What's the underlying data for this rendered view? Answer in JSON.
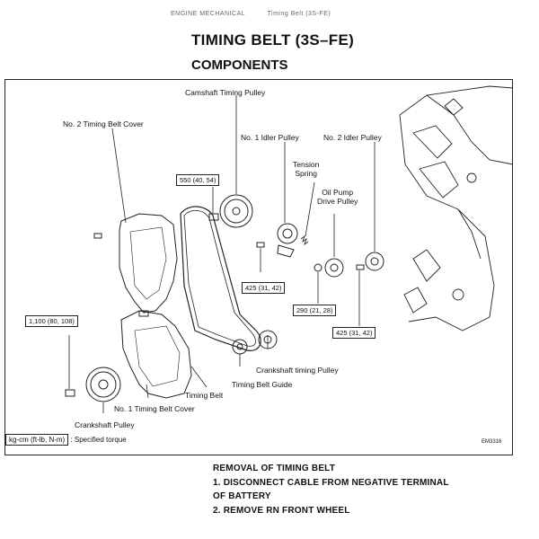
{
  "header": {
    "left_text": "ENGINE MECHANICAL",
    "right_text": "Timing Belt (3S-FE)"
  },
  "title": "TIMING BELT (3S–FE)",
  "subtitle": "COMPONENTS",
  "labels": {
    "camshaft_pulley": "Camshaft Timing Pulley",
    "no2_cover": "No. 2 Timing Belt Cover",
    "no1_idler": "No. 1 Idler Pulley",
    "no2_idler": "No. 2 Idler Pulley",
    "tension_spring": "Tension\nSpring",
    "oil_pump_pulley": "Oil Pump\nDrive Pulley",
    "crank_timing_pulley": "Crankshaft timing Pulley",
    "belt_guide": "Timing Belt Guide",
    "timing_belt": "Timing Belt",
    "no1_cover": "No. 1 Timing Belt Cover",
    "crank_pulley": "Crankshaft Pulley"
  },
  "torques": {
    "cam_bolt": "550 (40, 54)",
    "crank_bolt": "1,100 (80, 108)",
    "idler1_bolt": "425 (31, 42)",
    "oilpump_nut": "290 (21, 28)",
    "idler2_bolt": "425 (31, 42)"
  },
  "legend": {
    "unit": "kg-cm (ft-lb, N-m)",
    "text": ": Specified torque"
  },
  "figure_code": "EM3316",
  "instructions": {
    "heading": "REMOVAL OF TIMING BELT",
    "step1_line1": "1. DISCONNECT CABLE FROM NEGATIVE TERMINAL",
    "step1_line2": "OF BATTERY",
    "step2": "2. REMOVE RN FRONT WHEEL"
  }
}
